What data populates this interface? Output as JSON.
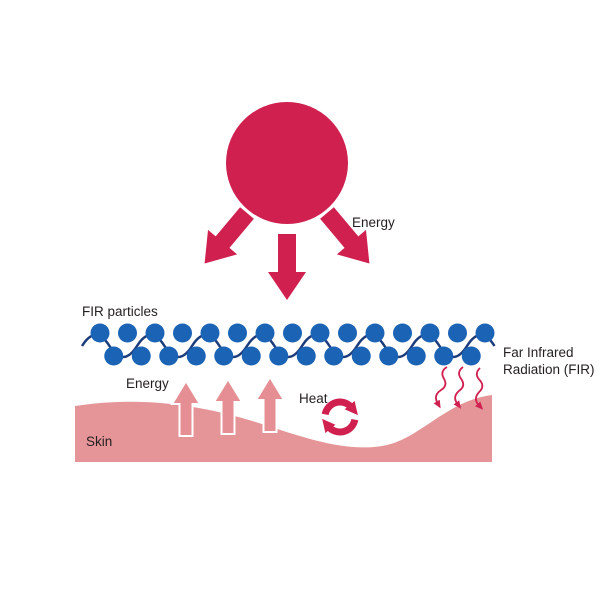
{
  "labels": {
    "energy_top": "Energy",
    "fir_particles": "FIR particles",
    "far_infrared_line1": "Far Infrared",
    "far_infrared_line2": "Radiation (FIR)",
    "energy_bottom": "Energy",
    "heat": "Heat",
    "skin": "Skin"
  },
  "colors": {
    "crimson": "#d02050",
    "particle_blue": "#1b64b5",
    "wave_navy": "#1d3c7c",
    "skin_pink": "#e59598",
    "arrow_pink": "#e58f94",
    "text": "#231f20",
    "background": "#ffffff"
  },
  "particles": {
    "top_row_count": 15,
    "bottom_row_count": 14
  }
}
